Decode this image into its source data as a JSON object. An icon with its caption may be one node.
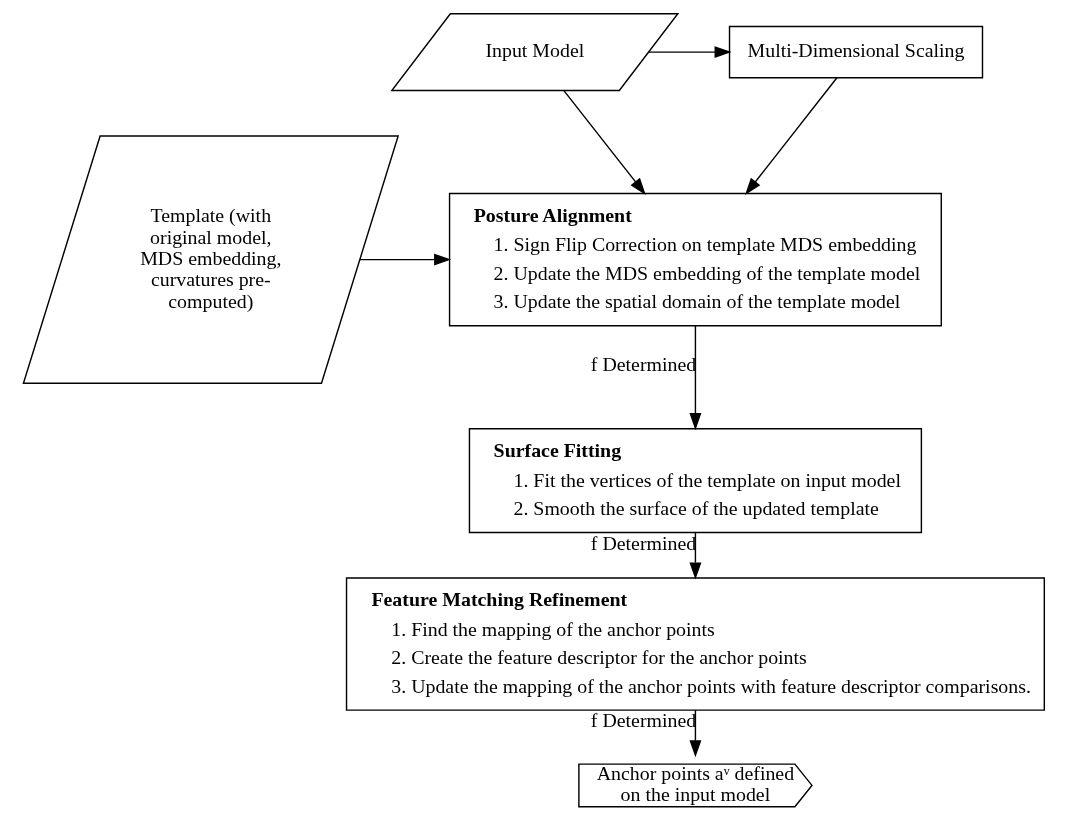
{
  "diagram": {
    "nodes": [
      {
        "text": [
          "Input Model"
        ]
      },
      {
        "text": [
          "Multi-Dimensional Scaling"
        ]
      },
      {
        "text": [
          "Template (with original model, MDS embedding, curvatures pre-computed)"
        ]
      },
      {
        "text": [
          "Posture Alignment",
          "1. Sign Flip Correction on template MDS embedding",
          "2. Update the MDS embedding of the template model",
          "3. Update the spatial domain of the template model"
        ]
      },
      {
        "text": [
          "Surface Fitting",
          "1. Fit the vertices of the template on input model",
          "2. Smooth the surface of the updated template"
        ]
      },
      {
        "text": [
          "Feature Matching Refinement",
          "1. Find the mapping of the anchor points",
          "2. Create the feature descriptor for the anchor points",
          "3. Update the mapping of the anchor points with feature descriptor comparisons."
        ]
      },
      {
        "text": [
          "Anchor points aᵛ defined on the input model"
        ]
      }
    ],
    "edges": [
      {
        "from": 0,
        "to": 1,
        "arrow": "to"
      },
      {
        "from": 0,
        "to": 3,
        "arrow": "to"
      },
      {
        "from": 1,
        "to": 3,
        "arrow": "to"
      },
      {
        "from": 2,
        "to": 3,
        "arrow": "to"
      },
      {
        "from": 3,
        "to": 4,
        "arrow": "to",
        "label": "f Determined"
      },
      {
        "from": 4,
        "to": 5,
        "arrow": "to",
        "label": "f Determined"
      },
      {
        "from": 5,
        "to": 6,
        "arrow": "to",
        "label": "f Determined"
      }
    ]
  }
}
